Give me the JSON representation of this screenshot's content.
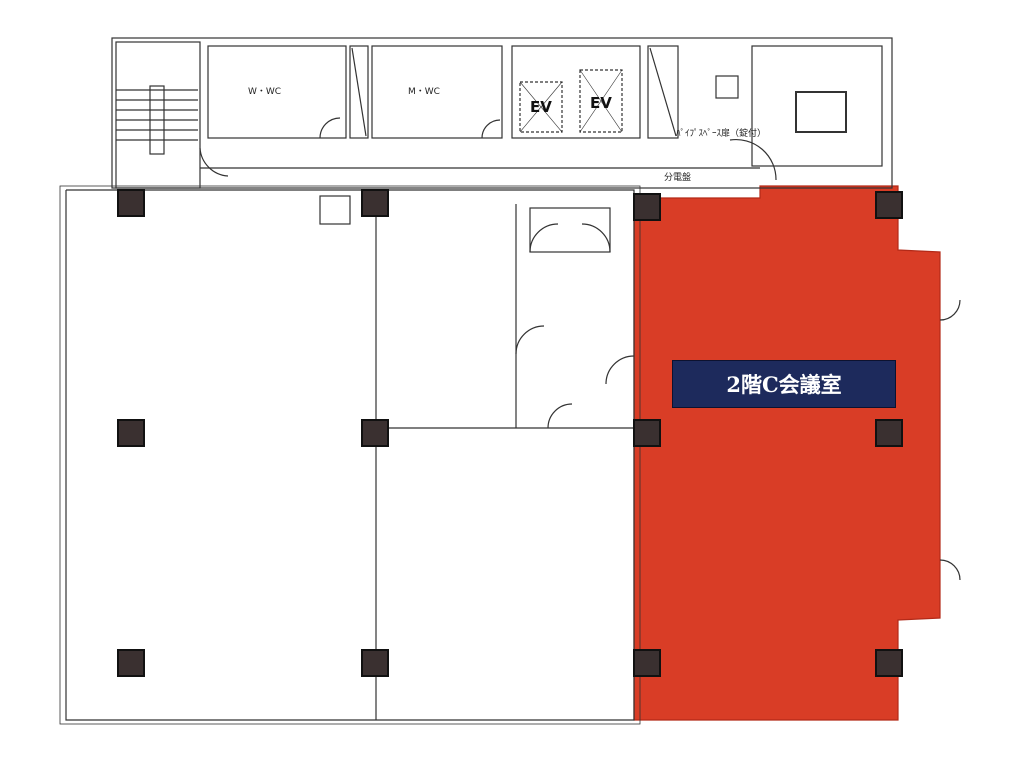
{
  "floor": {
    "highlighted_room": "2階C会議室",
    "highlight_color": "#d93d26",
    "labels": {
      "wc_women": "W・WC",
      "wc_men": "M・WC",
      "elevator_1": "EV",
      "elevator_2": "EV",
      "pipe_space_door": "ﾊﾟｲﾌﾟｽﾍﾟｰｽ扉（錠付）",
      "distribution_board": "分電盤"
    }
  }
}
